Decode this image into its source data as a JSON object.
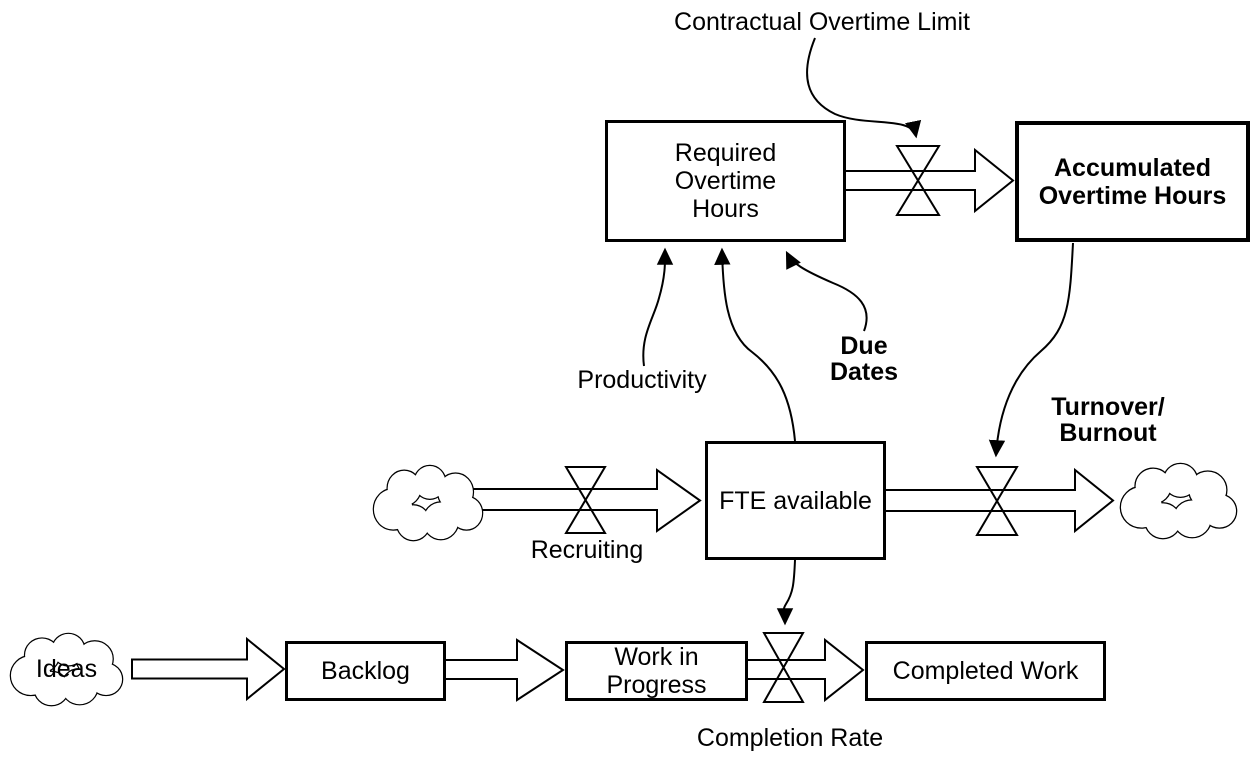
{
  "canvas": {
    "background": "#ffffff",
    "stroke_color": "#000000"
  },
  "stocks": {
    "required_overtime": {
      "label": "Required\nOvertime\nHours"
    },
    "accumulated_overtime": {
      "label": "Accumulated\nOvertime Hours"
    },
    "fte_available": {
      "label": "FTE available"
    },
    "backlog": {
      "label": "Backlog"
    },
    "work_in_progress": {
      "label": "Work in\nProgress"
    },
    "completed_work": {
      "label": "Completed Work"
    }
  },
  "clouds": {
    "ideas": {
      "label": "Ideas"
    }
  },
  "flow_labels": {
    "contractual_overtime_limit": "Contractual Overtime Limit",
    "productivity": "Productivity",
    "due_dates": "Due\nDates",
    "recruiting": "Recruiting",
    "turnover_burnout": "Turnover/\nBurnout",
    "completion_rate": "Completion Rate"
  }
}
